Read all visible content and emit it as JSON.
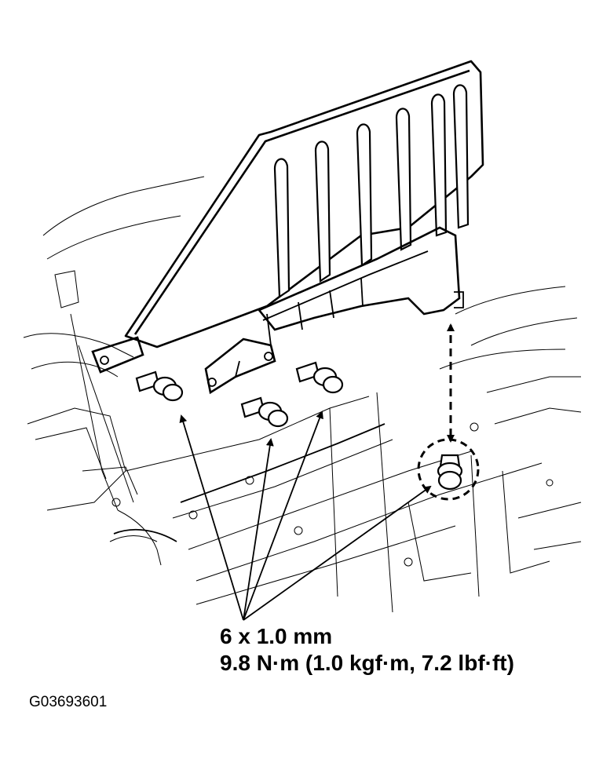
{
  "callout": {
    "size": "6 x 1.0 mm",
    "torque": "9.8 N·m (1.0 kgf·m, 7.2 lbf·ft)"
  },
  "figure_code": "G03693601",
  "marks": {
    "solid_arrows_to_bolts": 4,
    "dashed_arrow_to_clip": 1,
    "dashed_circle_around_clip": 1
  }
}
